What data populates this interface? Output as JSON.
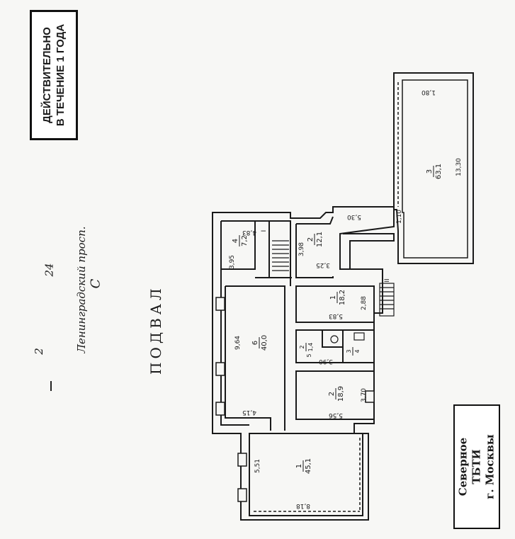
{
  "stamp_validity": {
    "line1": "ДЕЙСТВИТЕЛЬНО",
    "line2": "В ТЕЧЕНИЕ 1 ГОДА"
  },
  "stamp_bti": {
    "line1": "Северное",
    "line2": "ТБТИ",
    "line3": "г. Москвы"
  },
  "address": {
    "number1": "2",
    "number2": "24",
    "street": "Ленинградский просп.",
    "letter": "С"
  },
  "floor_title": "ПОДВАЛ",
  "rooms": [
    {
      "id": "room-3",
      "number": "3",
      "area": "63,1"
    },
    {
      "id": "room-2-top",
      "number": "2",
      "area": "12,1"
    },
    {
      "id": "room-1-mid",
      "number": "1",
      "area": "18,2"
    },
    {
      "id": "room-2-low",
      "number": "2",
      "area": "18,9"
    },
    {
      "id": "room-6",
      "number": "6",
      "area": "40,0"
    },
    {
      "id": "room-4",
      "number": "4",
      "area": "7,2"
    },
    {
      "id": "room-1-big",
      "number": "1",
      "area": "45,1"
    },
    {
      "id": "room-2-wc",
      "number": "2",
      "area": "1,4"
    },
    {
      "id": "room-3-wc",
      "number": "3",
      "area": "4"
    },
    {
      "id": "room-5",
      "number": "5",
      "area": ""
    },
    {
      "id": "stair-1",
      "number": "I",
      "area": ""
    },
    {
      "id": "stair-2",
      "number": "II",
      "area": ""
    }
  ],
  "dimensions": [
    "1,80",
    "13,30",
    "5,30",
    "1,10",
    "3,98",
    "3,25",
    "4,83",
    "3,95",
    "9,64",
    "4,15",
    "2,88",
    "5,83",
    "3,90",
    "3,70",
    "5,56",
    "5,51",
    "8,18"
  ]
}
